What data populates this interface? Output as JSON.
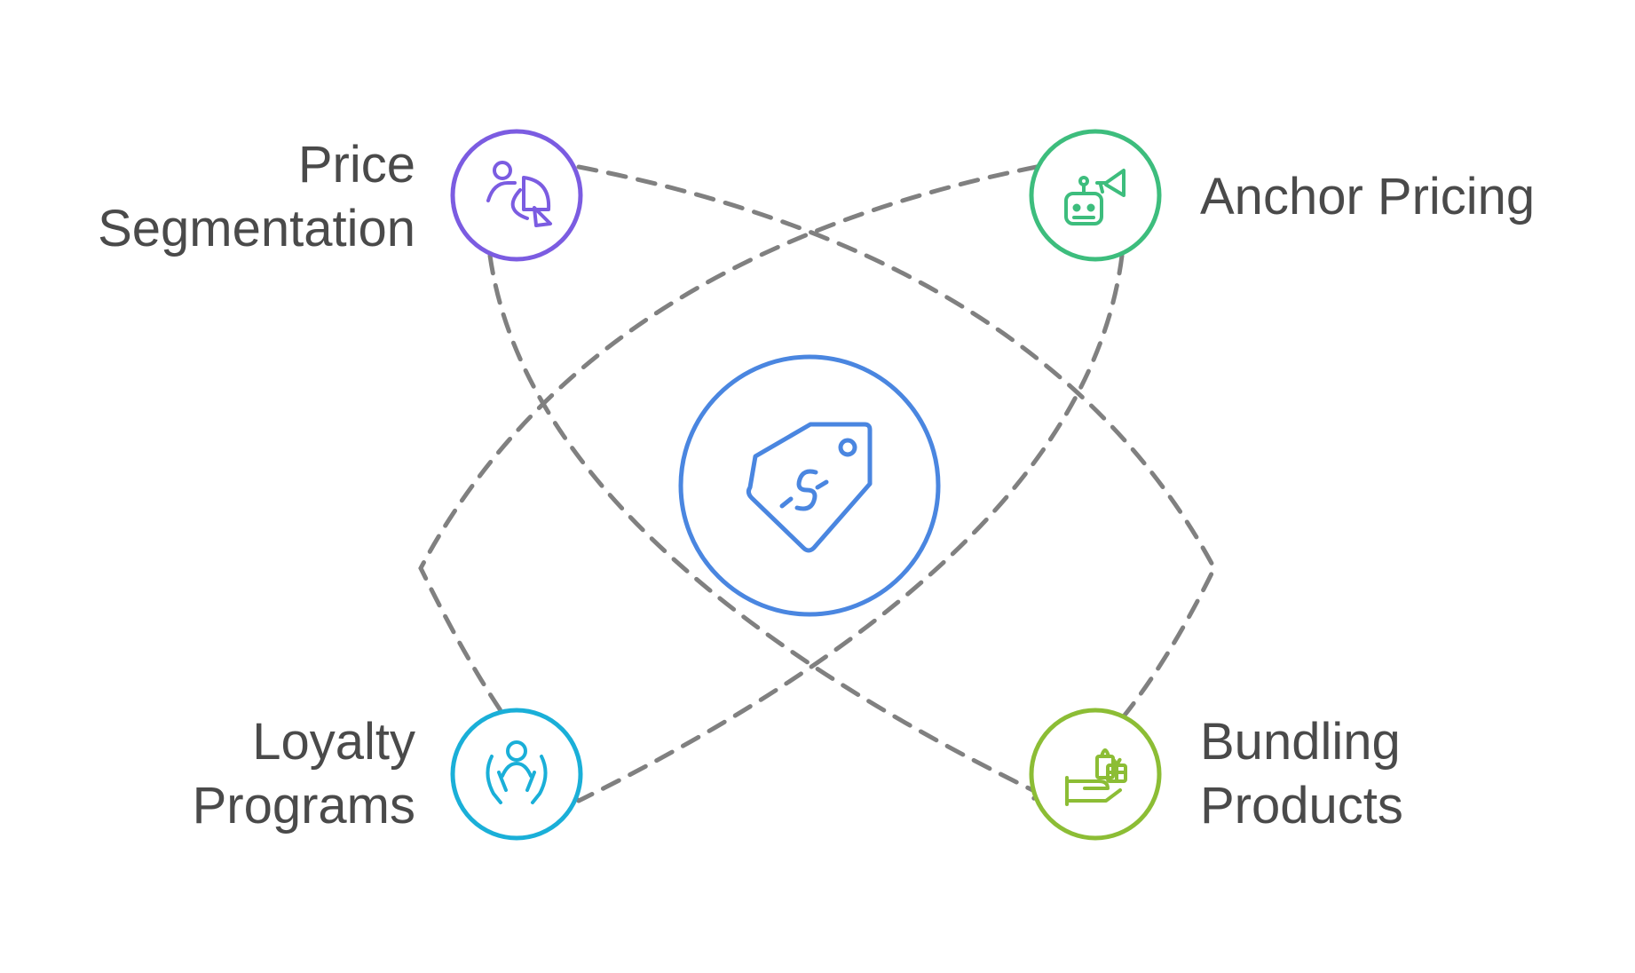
{
  "diagram": {
    "center": {
      "icon": "price-tag-icon",
      "color": "#4a86e0"
    },
    "nodes": [
      {
        "id": "price-segmentation",
        "label_lines": [
          "Price",
          "Segmentation"
        ],
        "icon": "segmentation-pie-icon",
        "color": "#7b5ce1"
      },
      {
        "id": "anchor-pricing",
        "label_lines": [
          "Anchor Pricing"
        ],
        "icon": "robot-megaphone-icon",
        "color": "#3dbd7d"
      },
      {
        "id": "loyalty-programs",
        "label_lines": [
          "Loyalty",
          "Programs"
        ],
        "icon": "person-hands-icon",
        "color": "#1aafd8"
      },
      {
        "id": "bundling-products",
        "label_lines": [
          "Bundling",
          "Products"
        ],
        "icon": "hand-gift-bag-icon",
        "color": "#8cbd35"
      }
    ],
    "connector_color": "#808080"
  }
}
